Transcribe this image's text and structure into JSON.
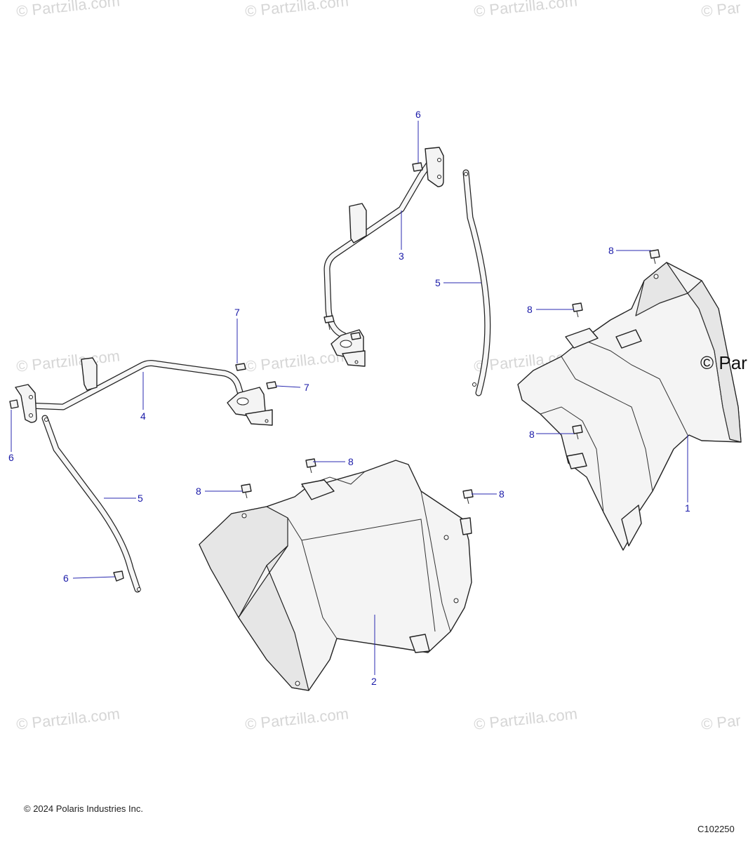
{
  "watermark": "© Partzilla.com",
  "watermark_partial_right": "© Par",
  "callouts": {
    "c1": "1",
    "c2": "2",
    "c3": "3",
    "c4": "4",
    "c5a": "5",
    "c5b": "5",
    "c6a": "6",
    "c6b": "6",
    "c6c": "6",
    "c7a": "7",
    "c7b": "7",
    "c8a": "8",
    "c8b": "8",
    "c8c": "8",
    "c8d": "8",
    "c8e": "8",
    "c8f": "8"
  },
  "footer": {
    "copyright": "© 2024 Polaris Industries Inc.",
    "drawing_code": "C102250"
  },
  "colors": {
    "callout": "#1a1aa8",
    "line": "#222222",
    "watermark": "#d6d6d6"
  }
}
